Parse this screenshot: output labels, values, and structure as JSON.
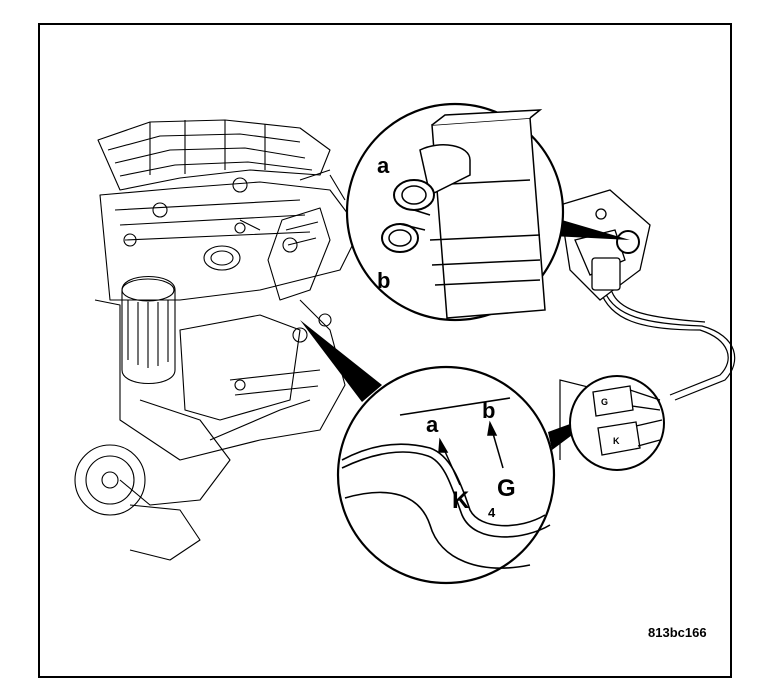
{
  "callout_top": {
    "port_a": "a",
    "port_b": "b"
  },
  "callout_bottom": {
    "label_a": "a",
    "label_b": "b",
    "marking_k": "K",
    "marking_g": "G",
    "marking_4": "4"
  },
  "callout_small": {
    "marking_g": "G",
    "marking_k": "K"
  },
  "figure_id": "813bc166"
}
